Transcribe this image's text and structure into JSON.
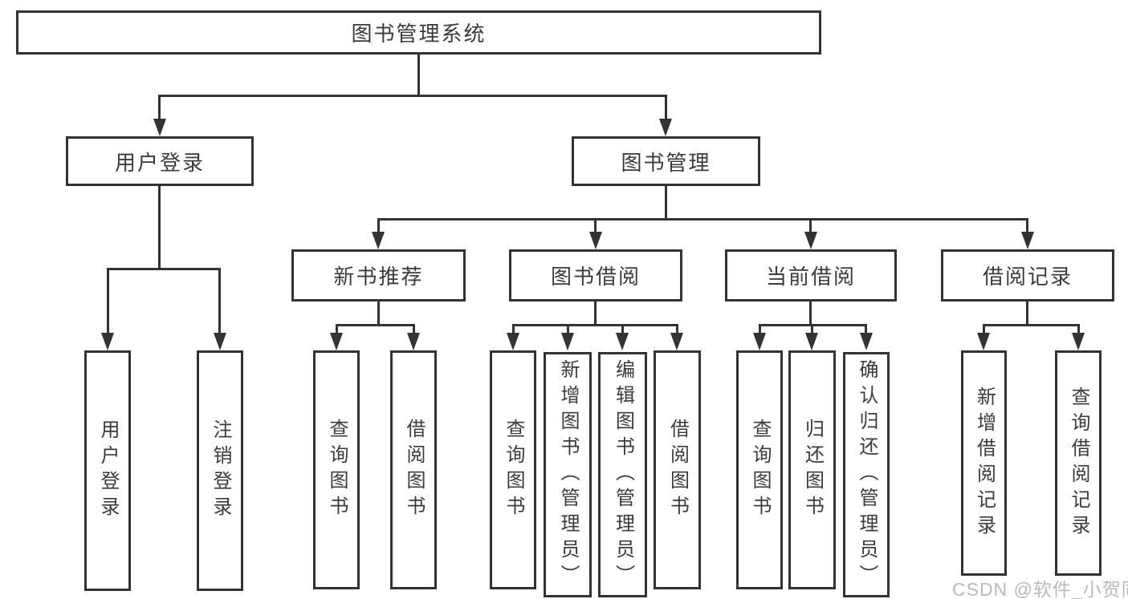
{
  "diagram": {
    "title": "图书管理系统",
    "level2": [
      "用户登录",
      "图书管理"
    ],
    "level3": [
      "新书推荐",
      "图书借阅",
      "当前借阅",
      "借阅记录"
    ],
    "leaves": {
      "user_login": [
        "用户登录",
        "注销登录"
      ],
      "new_book_recommend": [
        "查询图书",
        "借阅图书"
      ],
      "book_borrow": [
        "查询图书",
        "新增图书（管理员）",
        "编辑图书（管理员）",
        "借阅图书"
      ],
      "current_borrow": [
        "查询图书",
        "归还图书",
        "确认归还（管理员）"
      ],
      "borrow_records": [
        "新增借阅记录",
        "查询借阅记录"
      ]
    }
  },
  "watermark": "CSDN @软件_小贺同学",
  "colors": {
    "line": "#333333",
    "text": "#3b3b3b",
    "watermark_text": "#b9b9b9",
    "background": "#ffffff"
  }
}
